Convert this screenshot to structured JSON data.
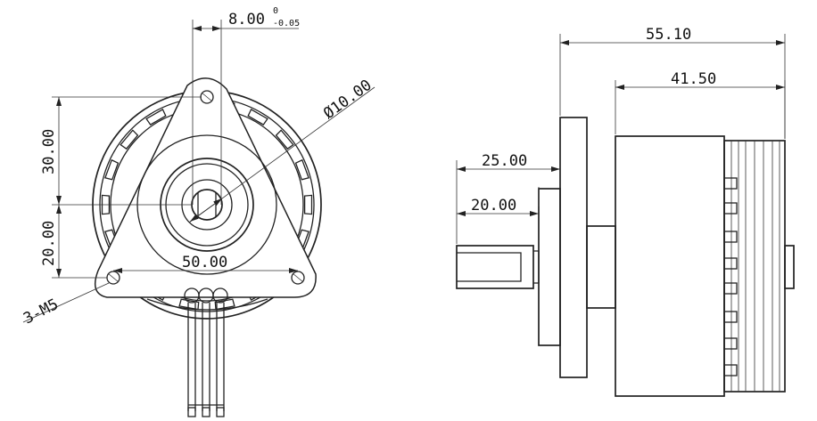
{
  "front_view": {
    "shaft_flat_width": "8.00",
    "shaft_flat_tol_upper": "0",
    "shaft_flat_tol_lower": "-0.05",
    "shaft_diameter": "Ø10.00",
    "height_upper": "30.00",
    "height_lower": "20.00",
    "hole_spacing": "50.00",
    "mount_holes": "3-M5"
  },
  "side_view": {
    "total_length": "55.10",
    "body_length": "41.50",
    "shaft_length_outer": "25.00",
    "shaft_length_inner": "20.00"
  }
}
